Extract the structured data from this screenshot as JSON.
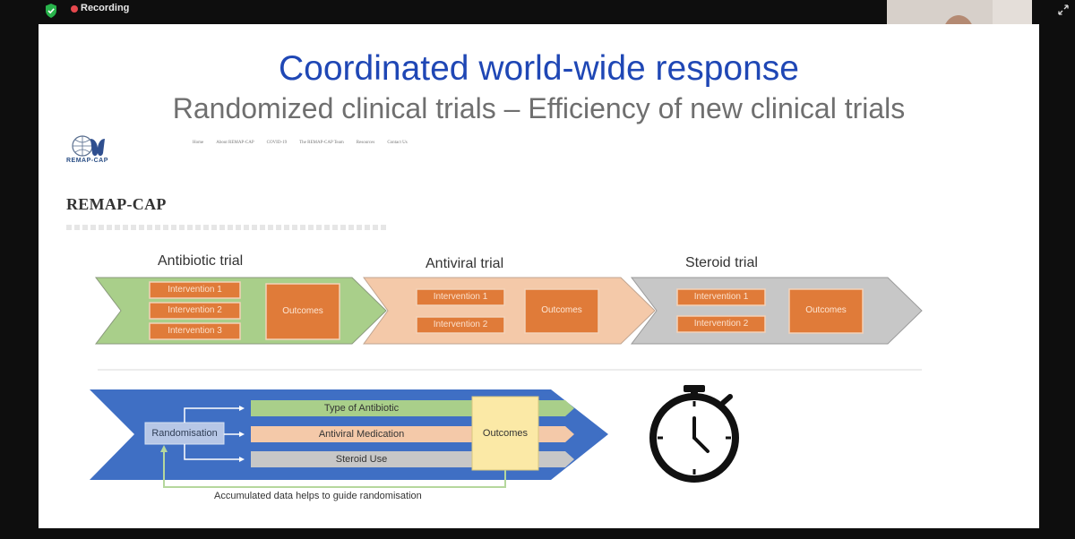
{
  "meeting": {
    "recording_label": "Recording",
    "icons": [
      "shield-check-icon",
      "record-dot-icon",
      "expand-icon"
    ]
  },
  "slide": {
    "title": "Coordinated world-wide response",
    "subtitle": "Randomized clinical trials – Efficiency of new clinical trials",
    "logo_text": "REMAP-CAP",
    "nav": [
      "Home",
      "About REMAP-CAP",
      "COVID-19",
      "The REMAP-CAP Team",
      "Resources",
      "Contact Us"
    ],
    "heading": "REMAP-CAP",
    "trials": [
      {
        "name": "Antibiotic trial",
        "interventions": [
          "Intervention 1",
          "Intervention 2",
          "Intervention 3"
        ],
        "outcomes": "Outcomes"
      },
      {
        "name": "Antiviral trial",
        "interventions": [
          "Intervention 1",
          "Intervention 2"
        ],
        "outcomes": "Outcomes"
      },
      {
        "name": "Steroid trial",
        "interventions": [
          "Intervention 1",
          "Intervention 2"
        ],
        "outcomes": "Outcomes"
      }
    ],
    "platform": {
      "randomisation": "Randomisation",
      "domains": [
        "Type of Antibiotic",
        "Antiviral Medication",
        "Steroid Use"
      ],
      "outcomes": "Outcomes",
      "feedback": "Accumulated data helps to guide randomisation"
    },
    "stopwatch_icon": "stopwatch-icon"
  },
  "colors": {
    "title": "#1f47b5",
    "antibiotic": "#a9cf8a",
    "antiviral": "#f4c9a9",
    "steroid": "#c7c7c7",
    "intervention": "#e07b39",
    "platform_blue": "#3f6fc4",
    "outcomes_yellow": "#fbe9a6"
  }
}
